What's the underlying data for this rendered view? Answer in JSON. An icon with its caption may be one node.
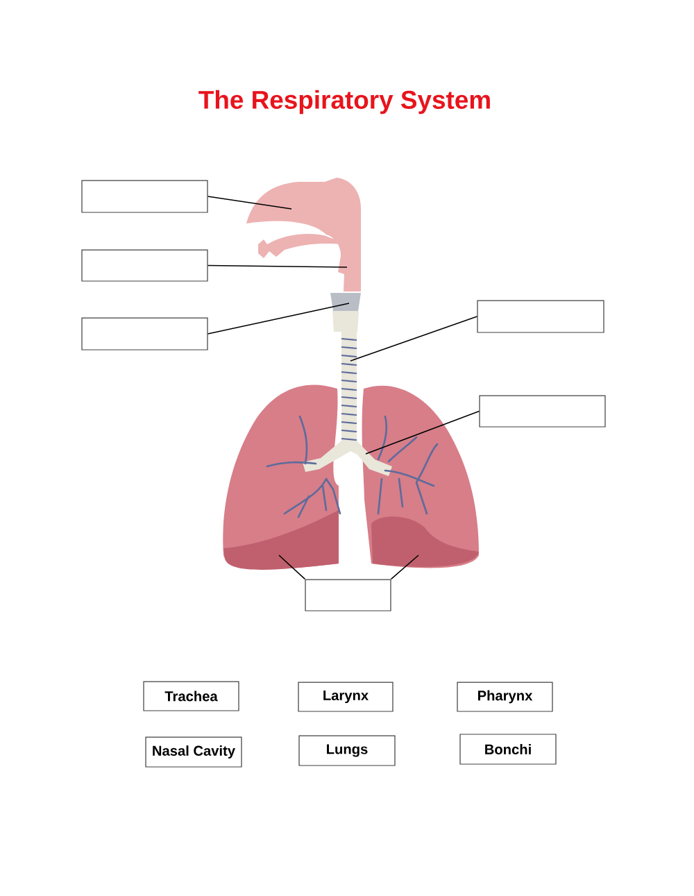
{
  "diagram": {
    "title": "The Respiratory System",
    "nodes": [
      {
        "text": [],
        "shape": "box"
      },
      {
        "text": [],
        "shape": "box"
      },
      {
        "text": [],
        "shape": "box"
      },
      {
        "text": [],
        "shape": "box"
      },
      {
        "text": [],
        "shape": "box"
      },
      {
        "text": [],
        "shape": "box"
      },
      {
        "text": [
          "Trachea"
        ]
      },
      {
        "text": [
          "Larynx"
        ]
      },
      {
        "text": [
          "Pharynx"
        ]
      },
      {
        "text": [
          "Nasal Cavity"
        ]
      },
      {
        "text": [
          "Lungs"
        ]
      },
      {
        "text": [
          "Bonchi"
        ]
      }
    ],
    "edges": [
      {
        "from": 0,
        "to": null,
        "arrow": "none"
      },
      {
        "from": 1,
        "to": null,
        "arrow": "none"
      },
      {
        "from": 3,
        "to": null,
        "arrow": "none"
      },
      {
        "from": 2,
        "to": null,
        "arrow": "none"
      },
      {
        "from": 4,
        "to": null,
        "arrow": "none"
      },
      {
        "from": 5,
        "to": null,
        "arrow": "none"
      },
      {
        "from": 5,
        "to": null,
        "arrow": "none"
      }
    ]
  }
}
